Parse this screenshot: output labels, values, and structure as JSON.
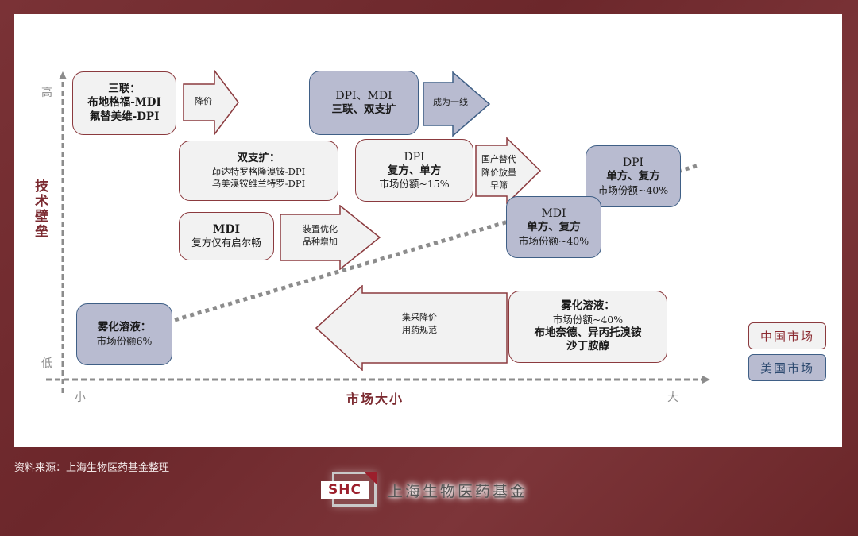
{
  "axes": {
    "y_label": "技术壁垒",
    "y_high": "高",
    "y_low": "低",
    "x_label": "市场大小",
    "x_small": "小",
    "x_large": "大"
  },
  "boxes": {
    "triple_cn": {
      "market": "中国市场",
      "lines": [
        "三联：",
        "布地格福-MDI",
        "氟替美维-DPI"
      ]
    },
    "dpi_mdi_us": {
      "market": "美国市场",
      "lines": [
        "DPI、MDI",
        "三联、双支扩"
      ]
    },
    "dual_cn": {
      "market": "中国市场",
      "lines": [
        "双支扩：",
        "茚达特罗格隆溴铵-DPI",
        "乌美溴铵维兰特罗-DPI"
      ]
    },
    "dpi_cn": {
      "market": "中国市场",
      "lines": [
        "DPI",
        "复方、单方",
        "市场份额~15%"
      ]
    },
    "dpi_us": {
      "market": "美国市场",
      "lines": [
        "DPI",
        "单方、复方",
        "市场份额~40%"
      ]
    },
    "mdi_cn": {
      "market": "中国市场",
      "lines": [
        "MDI",
        "复方仅有启尔畅"
      ]
    },
    "mdi_us": {
      "market": "美国市场",
      "lines": [
        "MDI",
        "单方、复方",
        "市场份额~40%"
      ]
    },
    "neb_us": {
      "market": "美国市场",
      "lines": [
        "雾化溶液：",
        "市场份额6%"
      ]
    },
    "neb_cn": {
      "market": "中国市场",
      "lines": [
        "雾化溶液：",
        "市场份额~40%",
        "布地奈德、异丙托溴铵",
        "沙丁胺醇"
      ]
    }
  },
  "arrows": {
    "price_cut": {
      "direction": "right",
      "lines": [
        "降价"
      ]
    },
    "first_line": {
      "direction": "right",
      "lines": [
        "成为一线"
      ]
    },
    "domestic": {
      "direction": "right",
      "lines": [
        "国产替代",
        "降价放量",
        "早筛"
      ]
    },
    "device": {
      "direction": "right",
      "lines": [
        "装置优化",
        "品种增加"
      ]
    },
    "vbp": {
      "direction": "left",
      "lines": [
        "集采降价",
        "用药规范"
      ]
    }
  },
  "legend": {
    "china": {
      "label": "中国市场",
      "color": "#8b3a3e"
    },
    "us": {
      "label": "美国市场",
      "color": "#3f5f86"
    }
  },
  "colors": {
    "background": "#722c30",
    "china_border": "#8b3a3e",
    "china_fill": "#f2f2f2",
    "us_border": "#3f5f86",
    "us_fill": "#b8bbd0",
    "axis": "#8c8c8c",
    "axis_title": "#7b2a30"
  },
  "footer": {
    "source": "资料来源：上海生物医药基金整理",
    "logo_mark": "SHC",
    "logo_text": "上海生物医药基金"
  }
}
